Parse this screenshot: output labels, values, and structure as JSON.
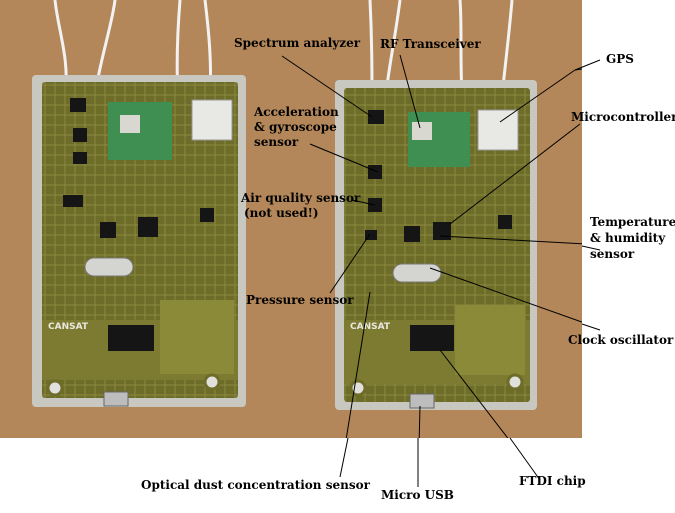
{
  "board_marking": "CANSAT",
  "labels": {
    "spectrum_analyzer": "Spectrum analyzer",
    "rf_transceiver": "RF Transceiver",
    "gps": "GPS",
    "accel_line1": "Acceleration",
    "accel_line2": "& gyroscope",
    "accel_line3": "sensor",
    "microcontroller": "Microcontroller",
    "air_quality_line1": "Air quality sensor",
    "air_quality_line2": "(not used!)",
    "temp_line1": "Temperature",
    "temp_line2": "& humidity",
    "temp_line3": "sensor",
    "pressure": "Pressure sensor",
    "clock": "Clock oscillator",
    "optical_dust": "Optical dust concentration sensor",
    "micro_usb": "Micro USB",
    "ftdi": "FTDI chip"
  },
  "colors": {
    "cardboard": "#b68a5d",
    "pcb_green": "#6f6e2a",
    "pcb_silver": "#c9c9c2",
    "module_green": "#3e8f52",
    "chip_black": "#151515"
  }
}
